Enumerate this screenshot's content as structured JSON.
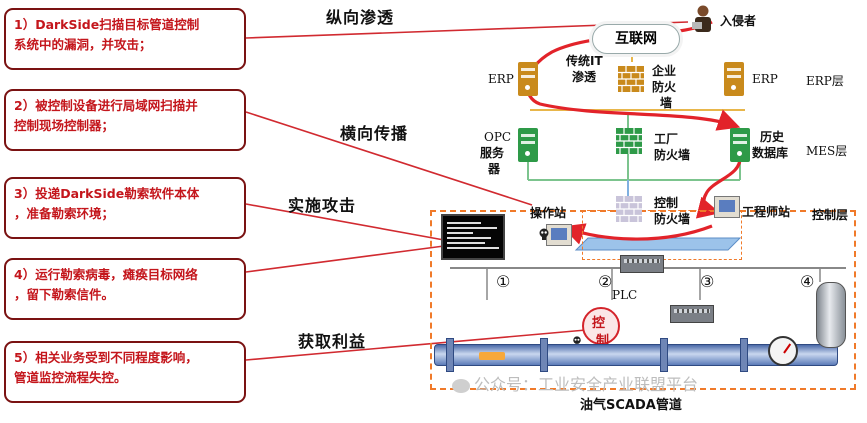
{
  "steps": [
    {
      "line1": "1）DarkSide扫描目标管道控制",
      "line2": "系统中的漏洞，并攻击；"
    },
    {
      "line1": "2）被控制设备进行局域网扫描并",
      "line2": "控制现场控制器；"
    },
    {
      "line1": "3）投递DarkSide勒索软件本体",
      "line2": "，准备勒索环境；"
    },
    {
      "line1": "4）运行勒索病毒，瘫痪目标网络",
      "line2": "，留下勒索信件。"
    },
    {
      "line1": "5）相关业务受到不同程度影响，",
      "line2": "管道监控流程失控。"
    }
  ],
  "phases": {
    "vertical": "纵向渗透",
    "lateral": "横向传播",
    "attack": "实施攻击",
    "profit": "获取利益"
  },
  "nodes": {
    "intruder": "入侵者",
    "internet": "互联网",
    "it_pen_1": "传统IT",
    "it_pen_2": "渗透",
    "ent_fw_1": "企业",
    "ent_fw_2": "防火",
    "ent_fw_3": "墙",
    "erp_left": "ERP",
    "erp_right": "ERP",
    "erp_layer": "ERP层",
    "opc_1": "OPC",
    "opc_2": "服务",
    "opc_3": "器",
    "factory_fw_1": "工厂",
    "factory_fw_2": "防火墙",
    "hist_1": "历史",
    "hist_2": "数据库",
    "mes_layer": "MES层",
    "ctrl_fw_1": "控制",
    "ctrl_fw_2": "防火墙",
    "operator": "操作站",
    "engineer": "工程师站",
    "control_layer": "控制层",
    "plc": "PLC",
    "num1": "①",
    "num2": "②",
    "num3": "③",
    "num4": "④",
    "ctrl_badge_1": "控",
    "ctrl_badge_2": "制",
    "pipeline": "油气SCADA管道"
  },
  "watermark": "公众号：工业安全产业联盟平台",
  "colors": {
    "attack_path": "#e2232a",
    "step_text": "#c4161c",
    "step_border": "#7a1212",
    "erp_server": "#c98a1c",
    "mes_server": "#2e9a48",
    "zone_border": "#f07a2a",
    "wire_yellow": "#e8b64a",
    "wire_green": "#7cc48e",
    "wire_blue": "#7fb0e0"
  },
  "icons": [
    "hacker-icon",
    "server-icon",
    "firewall-icon",
    "workstation-icon",
    "plc-icon",
    "skull-icon",
    "pressure-gauge-icon",
    "tank-icon",
    "wechat-icon"
  ]
}
